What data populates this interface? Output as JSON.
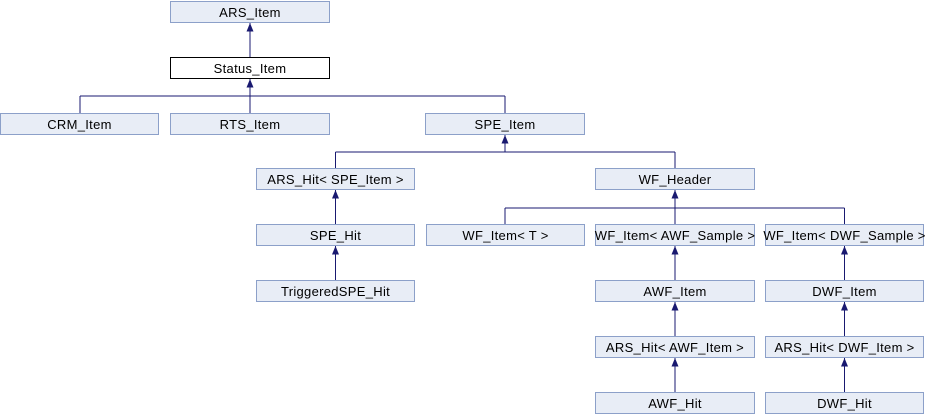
{
  "diagram": {
    "type": "class-inheritance-graph",
    "colors": {
      "background": "#FFFFFF",
      "node_fill": "#E8EDF6",
      "node_border": "#8CA0C9",
      "current_node_fill": "#FFFFFF",
      "current_node_border": "#000000",
      "edge_color": "#191970",
      "text_color": "#000000"
    },
    "nodes": [
      {
        "id": "ars-item",
        "label": "ARS_Item"
      },
      {
        "id": "status-item",
        "label": "Status_Item",
        "current": true
      },
      {
        "id": "crm-item",
        "label": "CRM_Item"
      },
      {
        "id": "rts-item",
        "label": "RTS_Item"
      },
      {
        "id": "spe-item",
        "label": "SPE_Item"
      },
      {
        "id": "ars-hit-spe-item",
        "label": "ARS_Hit< SPE_Item >"
      },
      {
        "id": "wf-header",
        "label": "WF_Header"
      },
      {
        "id": "spe-hit",
        "label": "SPE_Hit"
      },
      {
        "id": "wf-item-t",
        "label": "WF_Item< T >"
      },
      {
        "id": "wf-item-awf-sample",
        "label": "WF_Item< AWF_Sample >"
      },
      {
        "id": "wf-item-dwf-sample",
        "label": "WF_Item< DWF_Sample >"
      },
      {
        "id": "triggeredspe-hit",
        "label": "TriggeredSPE_Hit"
      },
      {
        "id": "awf-item",
        "label": "AWF_Item"
      },
      {
        "id": "dwf-item",
        "label": "DWF_Item"
      },
      {
        "id": "ars-hit-awf-item",
        "label": "ARS_Hit< AWF_Item >"
      },
      {
        "id": "ars-hit-dwf-item",
        "label": "ARS_Hit< DWF_Item >"
      },
      {
        "id": "awf-hit",
        "label": "AWF_Hit"
      },
      {
        "id": "dwf-hit",
        "label": "DWF_Hit"
      }
    ],
    "edges": [
      {
        "from": "Status_Item",
        "to": "ARS_Item"
      },
      {
        "from": "CRM_Item",
        "to": "Status_Item"
      },
      {
        "from": "RTS_Item",
        "to": "Status_Item"
      },
      {
        "from": "SPE_Item",
        "to": "Status_Item"
      },
      {
        "from": "ARS_Hit< SPE_Item >",
        "to": "SPE_Item"
      },
      {
        "from": "WF_Header",
        "to": "SPE_Item"
      },
      {
        "from": "SPE_Hit",
        "to": "ARS_Hit< SPE_Item >"
      },
      {
        "from": "TriggeredSPE_Hit",
        "to": "SPE_Hit"
      },
      {
        "from": "WF_Item< T >",
        "to": "WF_Header"
      },
      {
        "from": "WF_Item< AWF_Sample >",
        "to": "WF_Header"
      },
      {
        "from": "WF_Item< DWF_Sample >",
        "to": "WF_Header"
      },
      {
        "from": "AWF_Item",
        "to": "WF_Item< AWF_Sample >"
      },
      {
        "from": "DWF_Item",
        "to": "WF_Item< DWF_Sample >"
      },
      {
        "from": "ARS_Hit< AWF_Item >",
        "to": "AWF_Item"
      },
      {
        "from": "ARS_Hit< DWF_Item >",
        "to": "DWF_Item"
      },
      {
        "from": "AWF_Hit",
        "to": "ARS_Hit< AWF_Item >"
      },
      {
        "from": "DWF_Hit",
        "to": "ARS_Hit< DWF_Item >"
      }
    ]
  }
}
